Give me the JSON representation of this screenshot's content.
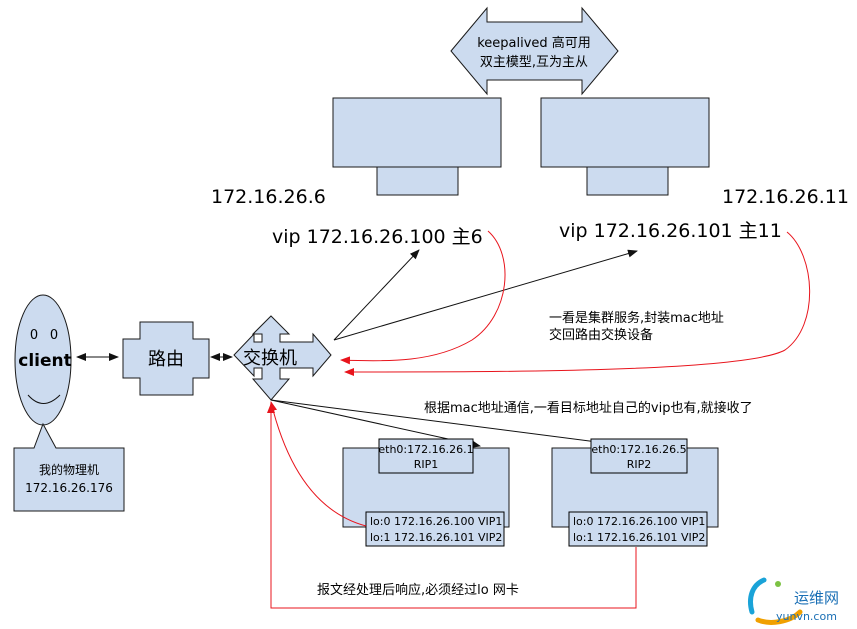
{
  "ha_arrow": {
    "line1": "keepalived 高可用",
    "line2": "双主模型,互为主从"
  },
  "director1": {
    "ip": "172.16.26.6",
    "vip": "vip 172.16.26.100 主6"
  },
  "director2": {
    "ip": "172.16.26.11",
    "vip": "vip 172.16.26.101 主11"
  },
  "client": {
    "label": "client",
    "eye_left": "0",
    "eye_right": "0"
  },
  "client_callout": {
    "line1": "我的物理机",
    "line2": "172.16.26.176"
  },
  "router": {
    "label": "路由"
  },
  "switch": {
    "label": "交换机"
  },
  "notes": {
    "cluster_note_line1": "一看是集群服务,封装mac地址",
    "cluster_note_line2": "交回路由交换设备",
    "mac_note": "根据mac地址通信,一看目标地址自己的vip也有,就接收了",
    "response_note": "报文经处理后响应,必须经过lo 网卡"
  },
  "rs1": {
    "eth": "eth0:172.16.26.1",
    "rip": "RIP1",
    "lo0": "lo:0 172.16.26.100 VIP1",
    "lo1": "lo:1 172.16.26.101 VIP2"
  },
  "rs2": {
    "eth": "eth0:172.16.26.5",
    "rip": "RIP2",
    "lo0": "lo:0 172.16.26.100 VIP1",
    "lo1": "lo:1 172.16.26.101 VIP2"
  },
  "watermark": {
    "cn": "运维网",
    "url": "yunvn.com"
  },
  "colors": {
    "fill": "#ccdbef",
    "red": "#e8141c",
    "stroke": "#1a1a1a"
  }
}
